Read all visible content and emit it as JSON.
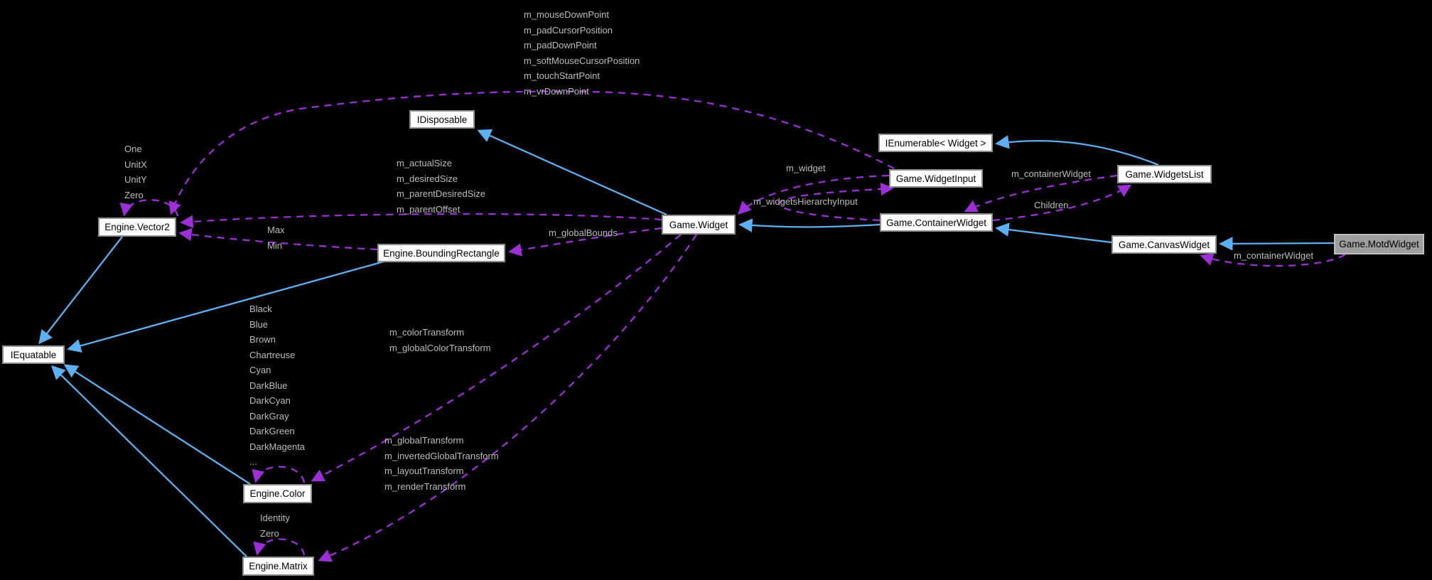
{
  "colors": {
    "background": "#000000",
    "node_background": "#ffffff",
    "node_border": "#8f8f8f",
    "highlighted_node_background": "#9e9e9e",
    "inheritance_edge_blue": "#5cb0f0",
    "usage_edge_purple": "#9d2fd6",
    "edge_label_text": "#bcbcbc",
    "node_text": "#000000"
  },
  "nodes": {
    "idisposable": {
      "label": "IDisposable"
    },
    "vector2": {
      "label": "Engine.Vector2"
    },
    "bounding_rectangle": {
      "label": "Engine.BoundingRectangle"
    },
    "iequatable": {
      "label": "IEquatable"
    },
    "color": {
      "label": "Engine.Color"
    },
    "matrix": {
      "label": "Engine.Matrix"
    },
    "widget": {
      "label": "Game.Widget"
    },
    "widget_input": {
      "label": "Game.WidgetInput"
    },
    "ienumerable_widget": {
      "label": "IEnumerable< Widget >"
    },
    "widgets_list": {
      "label": "Game.WidgetsList"
    },
    "container_widget": {
      "label": "Game.ContainerWidget"
    },
    "canvas_widget": {
      "label": "Game.CanvasWidget"
    },
    "motd_widget": {
      "label": "Game.MotdWidget"
    }
  },
  "edge_labels": {
    "widget_input_to_vector2": [
      "m_mouseDownPoint",
      "m_padCursorPosition",
      "m_padDownPoint",
      "m_softMouseCursorPosition",
      "m_touchStartPoint",
      "m_vrDownPoint"
    ],
    "vector2_self": [
      "One",
      "UnitX",
      "UnitY",
      "Zero"
    ],
    "bounding_rectangle_to_vector2": [
      "Max",
      "Min"
    ],
    "widget_to_vector2": [
      "m_actualSize",
      "m_desiredSize",
      "m_parentDesiredSize",
      "m_parentOffset"
    ],
    "widget_to_bounding_rectangle": [
      "m_globalBounds"
    ],
    "color_self": [
      "Black",
      "Blue",
      "Brown",
      "Chartreuse",
      "Cyan",
      "DarkBlue",
      "DarkCyan",
      "DarkGray",
      "DarkGreen",
      "DarkMagenta",
      "..."
    ],
    "widget_to_color": [
      "m_colorTransform",
      "m_globalColorTransform"
    ],
    "matrix_self": [
      "Identity",
      "Zero"
    ],
    "widget_to_matrix": [
      "m_globalTransform",
      "m_invertedGlobalTransform",
      "m_layoutTransform",
      "m_renderTransform"
    ],
    "widget_input_to_widget": [
      "m_widget"
    ],
    "widgets_list_to_container_widget": [
      "m_containerWidget"
    ],
    "container_widget_to_widget_input": [
      "m_widgetsHierarchyInput"
    ],
    "container_widget_to_widgets_list": [
      "Children"
    ],
    "motd_widget_to_canvas_widget": [
      "m_containerWidget"
    ]
  }
}
